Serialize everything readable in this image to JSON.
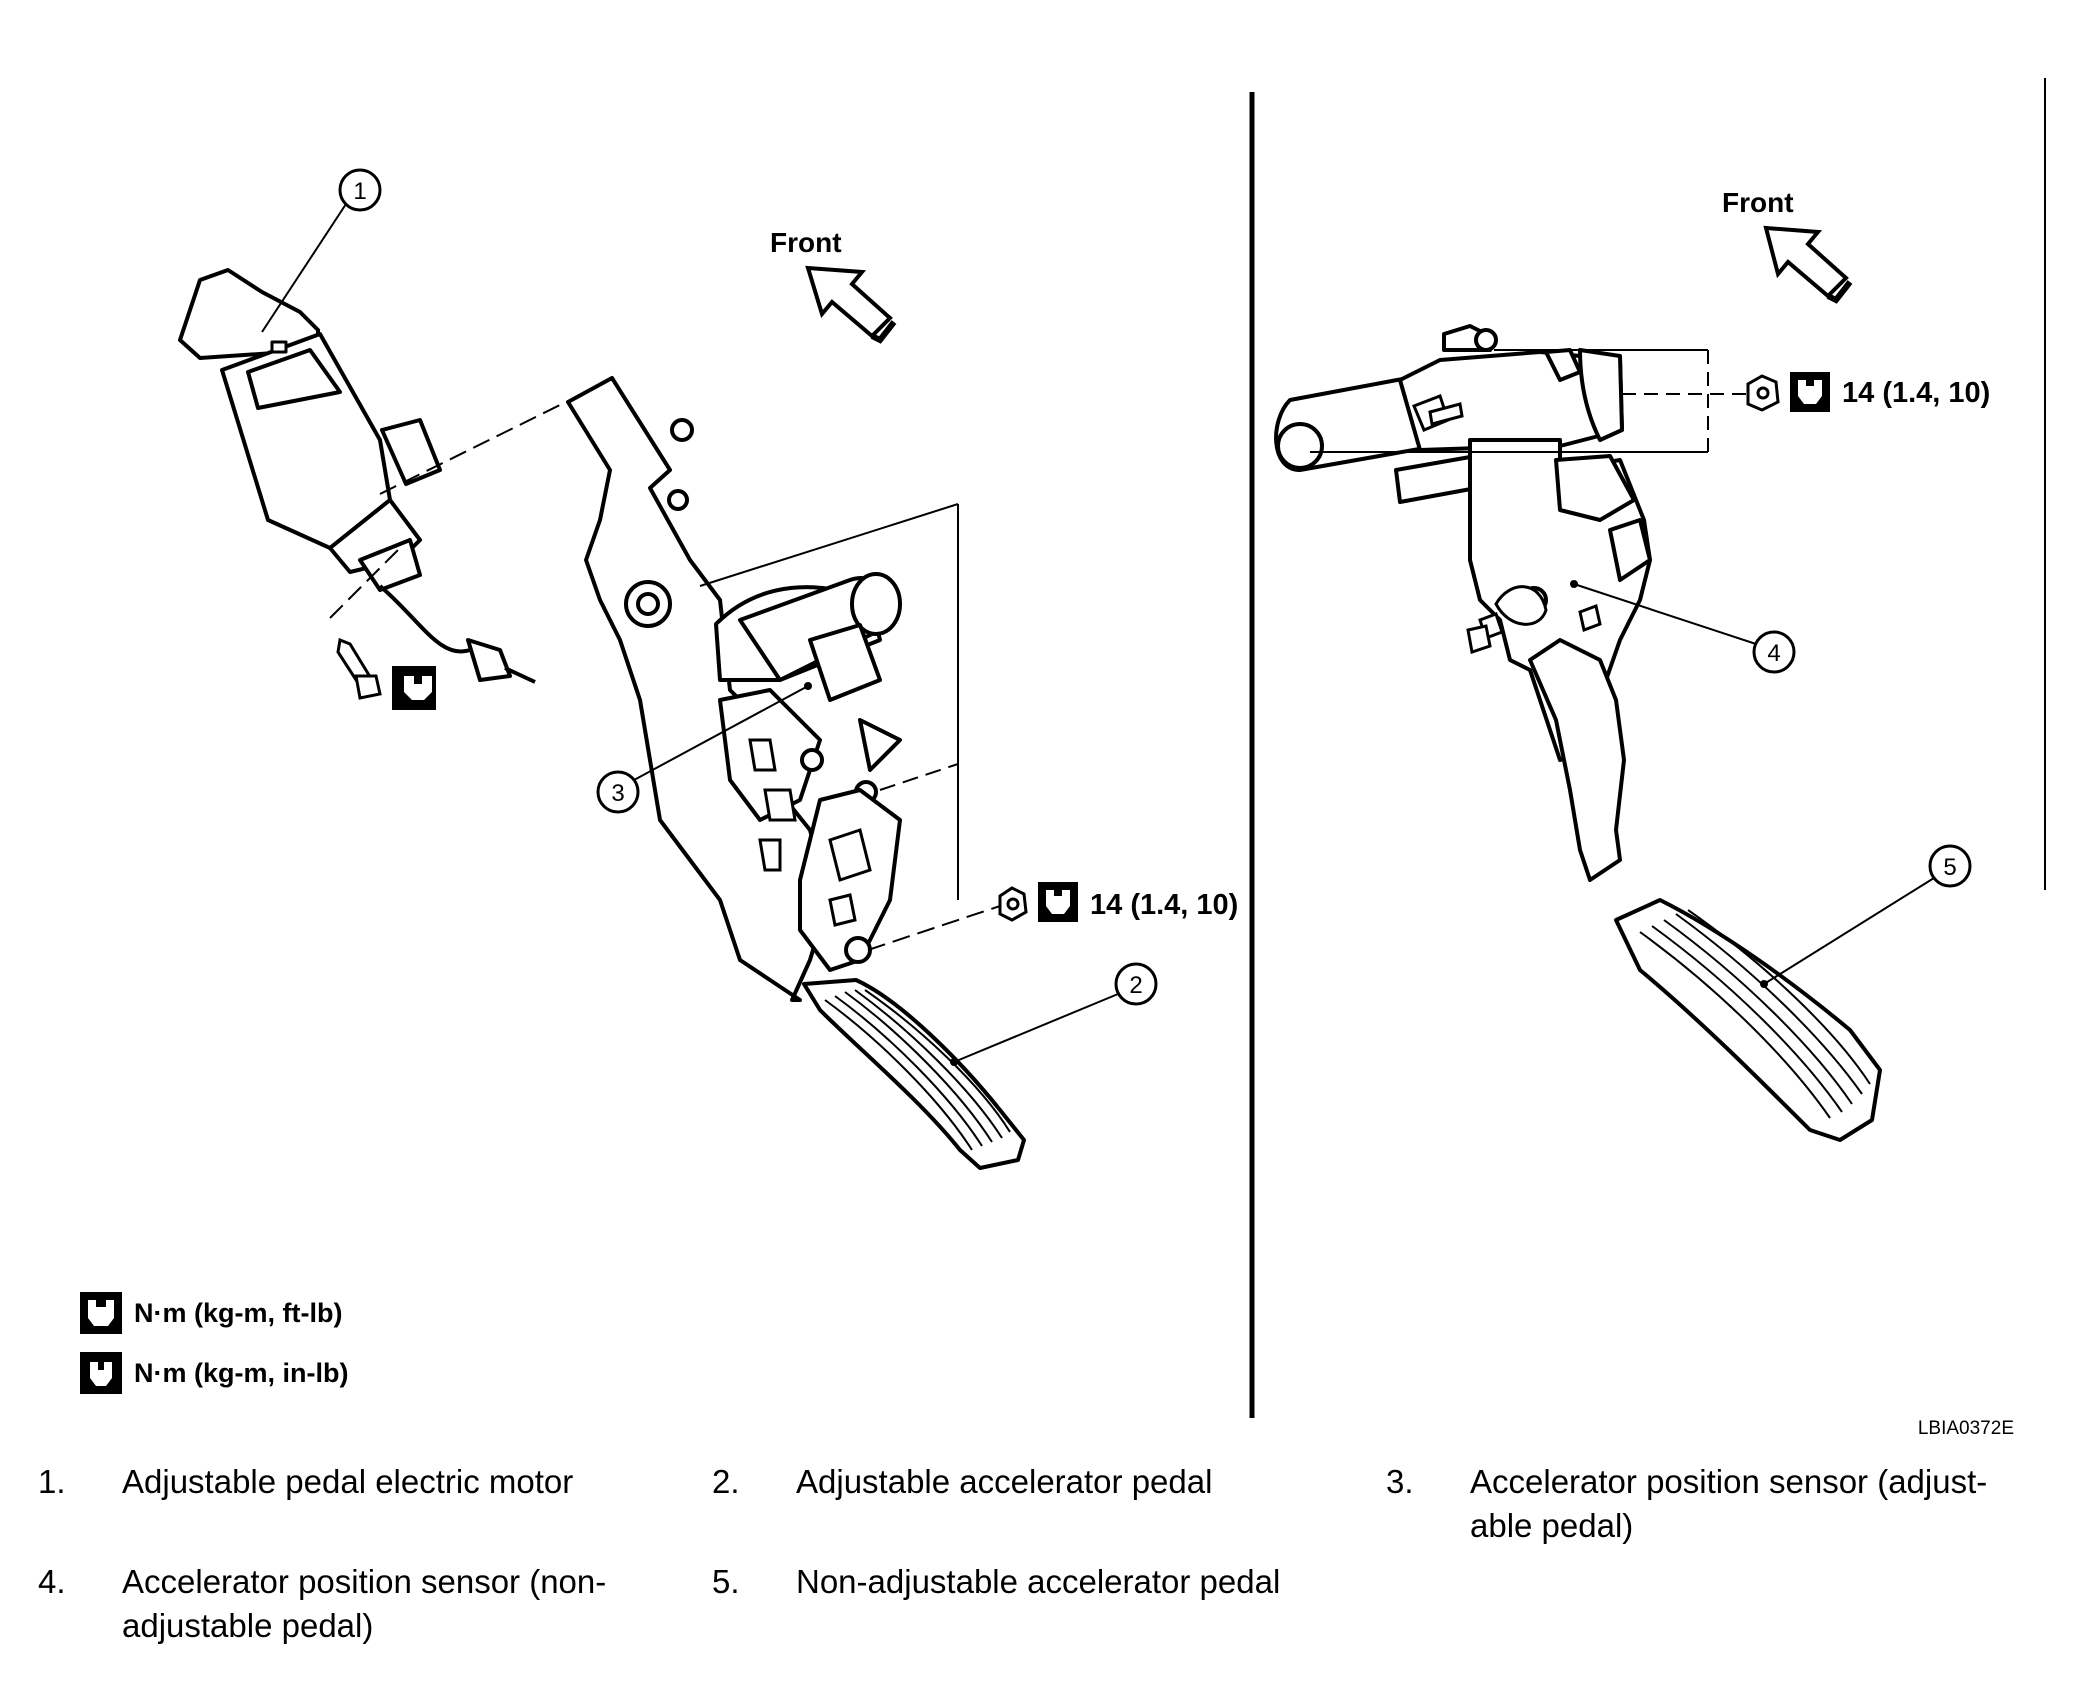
{
  "diagram": {
    "front_label_left": "Front",
    "front_label_right": "Front",
    "callouts": [
      "1",
      "2",
      "3",
      "4",
      "5"
    ],
    "torque_left": "14 (1.4, 10)",
    "torque_right": "14 (1.4, 10)",
    "units_ftlb": "N·m (kg-m, ft-lb)",
    "units_inlb": "N·m (kg-m, in-lb)",
    "figure_code": "LBIA0372E"
  },
  "legend": [
    {
      "num": "1.",
      "text": "Adjustable pedal electric motor"
    },
    {
      "num": "2.",
      "text": "Adjustable accelerator pedal"
    },
    {
      "num": "3.",
      "text": "Accelerator position sensor (adjust-\nable pedal)"
    },
    {
      "num": "4.",
      "text": "Accelerator position sensor (non-\nadjustable pedal)"
    },
    {
      "num": "5.",
      "text": "Non-adjustable accelerator pedal"
    }
  ]
}
